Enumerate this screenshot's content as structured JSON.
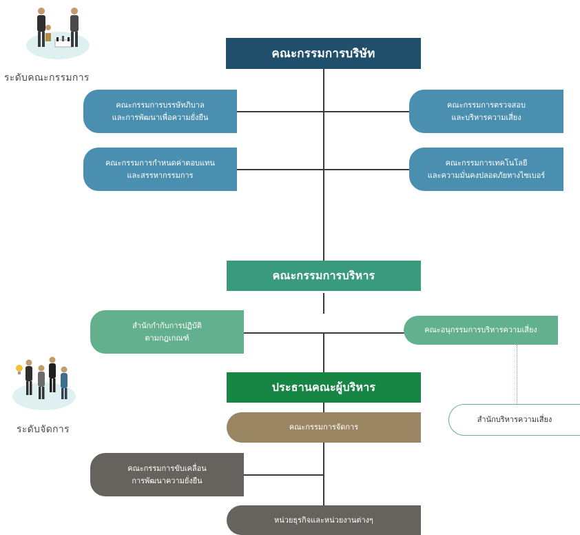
{
  "levels": {
    "board": "ระดับคณะกรรมการ",
    "management": "ระดับจัดการ"
  },
  "board_of_directors": "คณะกรรมการบริษัท",
  "board_committees": {
    "governance": [
      "คณะกรรมการบรรษัทภิบาล",
      "และการพัฒนาเพื่อความยั่งยืน"
    ],
    "audit": [
      "คณะกรรมการตรวจสอบ",
      "และบริหารความเสี่ยง"
    ],
    "nomination": [
      "คณะกรรมการกำหนดค่าตอบแทน",
      "และสรรหากรรมการ"
    ],
    "technology": [
      "คณะกรรมการเทคโนโลยี",
      "และความมั่นคงปลอดภัยทางไซเบอร์"
    ]
  },
  "executive_committee": "คณะกรรมการบริหาร",
  "compliance_office": [
    "สำนักกำกับการปฏิบัติ",
    "ตามกฎเกณฑ์"
  ],
  "risk_subcommittee": "คณะอนุกรรมการบริหารความเสี่ยง",
  "risk_office": "สำนักบริหารความเสี่ยง",
  "ceo": "ประธานคณะผู้บริหาร",
  "management_committee": "คณะกรรมการจัดการ",
  "sustainability_committee": [
    "คณะกรรมการขับเคลื่อน",
    "การพัฒนาความยั่งยืน"
  ],
  "business_units": "หน่วยธุรกิจและหน่วยงานต่างๆ",
  "colors": {
    "board_dark": "#1f4f6a",
    "board_pill": "#4b8fb0",
    "exec_green": "#3a9a7d",
    "exec_pill": "#63b08f",
    "ceo_green": "#178544",
    "mgmt_brown": "#9b8664",
    "mgmt_gray": "#66625e"
  }
}
